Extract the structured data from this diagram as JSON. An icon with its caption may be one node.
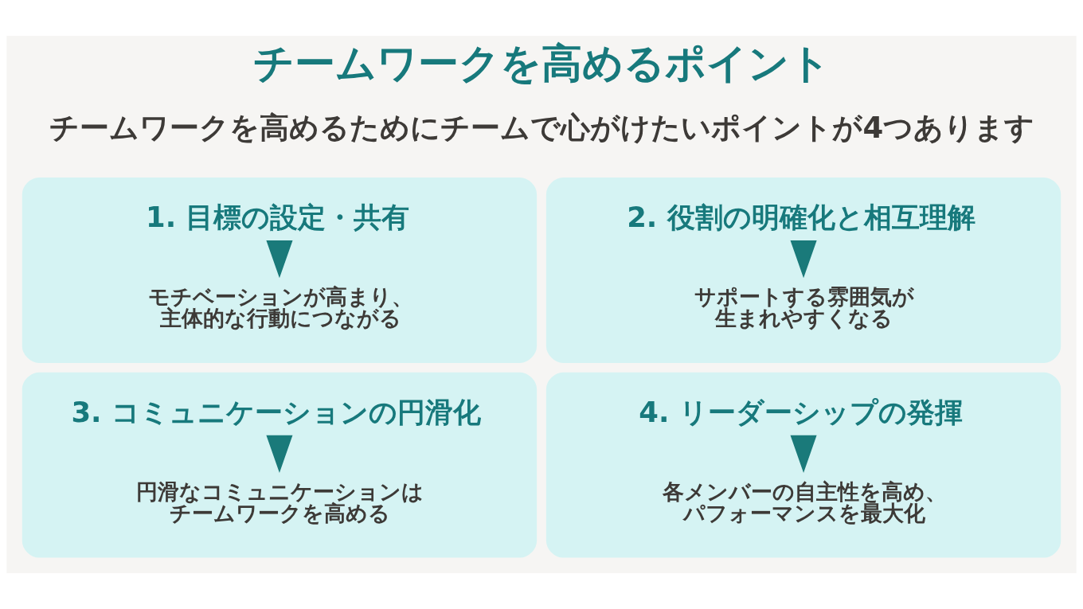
{
  "diagram": {
    "title": "チームワークを高めるポイント",
    "nodes": [
      {
        "text": [],
        "shape": "box"
      },
      {
        "text": [
          "1. 目標の設定・共有"
        ],
        "in": 0
      },
      {
        "text": [
          "モチベーションが高まり、主体的な行動につながる"
        ],
        "in": 0
      },
      {
        "text": [],
        "shape": "box"
      },
      {
        "text": [
          "2. 役割の明確化と相互理解"
        ],
        "in": 3
      },
      {
        "text": [
          "サポートする雰囲気が生まれやすくなる"
        ],
        "in": 3
      },
      {
        "text": [],
        "shape": "box"
      },
      {
        "text": [
          "3. コミュニケーションの円滑化"
        ],
        "in": 6
      },
      {
        "text": [
          "円滑なコミュニケーションはチームワークを高める"
        ],
        "in": 6
      },
      {
        "text": [],
        "shape": "box"
      },
      {
        "text": [
          "4. リーダーシップの発揮"
        ],
        "in": 9
      },
      {
        "text": [
          "各メンバーの自主性を高め、パフォーマンスを最大化"
        ],
        "in": 9
      }
    ],
    "edges": [
      {
        "from": 1,
        "to": 2,
        "arrow": "to"
      },
      {
        "from": 4,
        "to": 5,
        "arrow": "to"
      },
      {
        "from": 7,
        "to": 8,
        "arrow": "to"
      },
      {
        "from": 10,
        "to": 11,
        "arrow": "to"
      }
    ],
    "labels": [
      "チームワークを高めるためにチームで心がけたいポイントが4つあります"
    ]
  }
}
